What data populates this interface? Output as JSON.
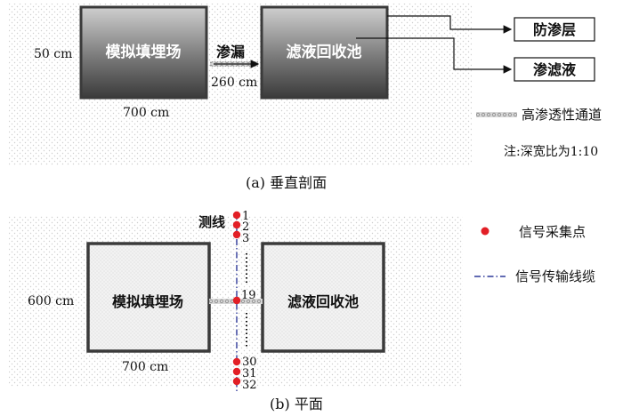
{
  "vertical": {
    "caption": "(a)  垂直剖面",
    "left_box": {
      "label": "模拟填埋场",
      "depth_label": "50 cm",
      "width_label": "700 cm"
    },
    "right_box": {
      "label": "滤液回收池"
    },
    "arrow_label": "渗漏",
    "gap_label": "260 cm",
    "callouts": [
      "防渗层",
      "渗滤液"
    ],
    "legend_channel": "高渗透性通道",
    "note": "注:深宽比为1:10"
  },
  "plan": {
    "caption": "(b)  平面",
    "left_box": {
      "label": "模拟填埋场",
      "height_label": "600 cm",
      "width_label": "700 cm"
    },
    "right_box": {
      "label": "滤液回收池"
    },
    "survey_line_label": "测线",
    "point_numbers_top": [
      "1",
      "2",
      "3"
    ],
    "point_number_mid": "19",
    "point_numbers_bottom": [
      "30",
      "31",
      "32"
    ],
    "legend": {
      "points": "信号采集点",
      "cable": "信号传输线缆"
    }
  },
  "colors": {
    "box_dark": "#3e3e3e",
    "box_light": "#bcbcbc",
    "point_red": "#e21f26",
    "cable_blue": "#2f3a9a"
  }
}
